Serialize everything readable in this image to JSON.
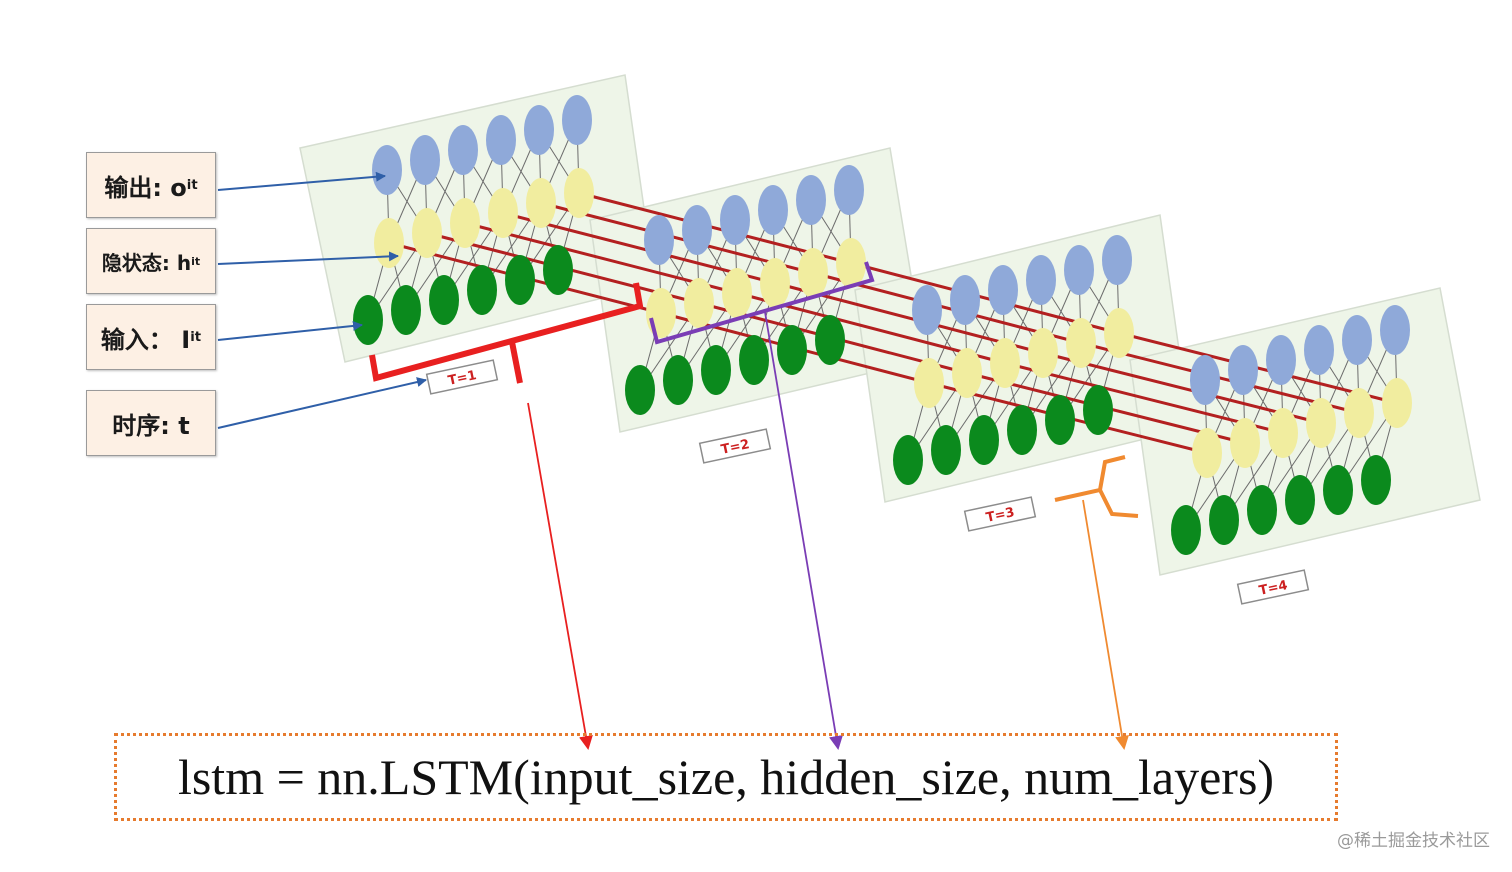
{
  "labels": {
    "output": {
      "text": "输出: o",
      "sub": "i",
      "sup": "t"
    },
    "hidden": {
      "text": "隐状态: h",
      "sub": "i",
      "sup": "t"
    },
    "input": {
      "text": "输入：  I",
      "sub": "i",
      "sup": "t"
    },
    "time": {
      "text": "时序: t"
    }
  },
  "timesteps": [
    "T=1",
    "T=2",
    "T=3",
    "T=4"
  ],
  "code": "lstm = nn.LSTM(input_size, hidden_size, num_layers)",
  "watermark": "@稀土掘金技术社区",
  "colors": {
    "output_node": "#8fa9d9",
    "hidden_node": "#f1ed9f",
    "input_node": "#0b8a1d",
    "panel": "#eef5e8",
    "connection": "#b32020",
    "input_size": "#e82020",
    "hidden_size": "#7a3db5",
    "num_layers": "#f08a30",
    "label_arrow": "#2f5fa8"
  }
}
